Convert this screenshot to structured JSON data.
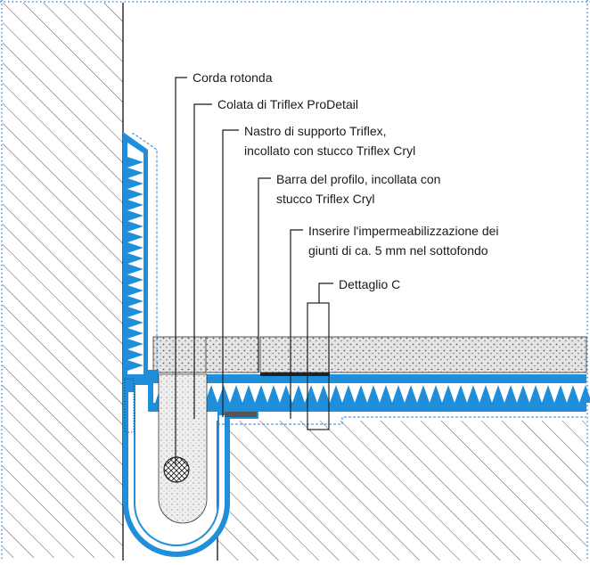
{
  "labels": [
    {
      "id": "corda",
      "lines": [
        "Corda rotonda"
      ]
    },
    {
      "id": "colata",
      "lines": [
        "Colata di Triflex ProDetail"
      ]
    },
    {
      "id": "nastro",
      "lines": [
        "Nastro di supporto Triflex,",
        "incollato con stucco Triflex Cryl"
      ]
    },
    {
      "id": "barra",
      "lines": [
        "Barra del profilo, incollata con",
        "stucco Triflex Cryl"
      ]
    },
    {
      "id": "inserire",
      "lines": [
        "Inserire l'impermeabilizzazione dei",
        "giunti di ca. 5 mm nel sottofondo"
      ]
    },
    {
      "id": "dettaglio",
      "lines": [
        "Dettaglio C"
      ]
    }
  ],
  "colors": {
    "membrane": "#1f8fdc",
    "fleece": "#ffffff",
    "dashed_edge": "#2a86d6",
    "hatch": "#333333",
    "stone": "#e0e0e0",
    "dots": "#555555",
    "line": "#1a1a1a"
  }
}
